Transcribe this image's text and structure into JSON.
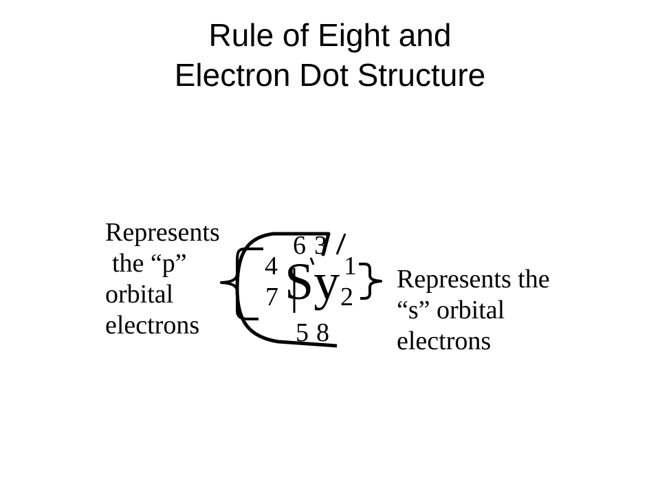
{
  "title": {
    "line1": "Rule of Eight and",
    "line2": "Electron Dot Structure"
  },
  "diagram": {
    "symbol": "Sy",
    "positions": {
      "n1": "1",
      "n2": "2",
      "n3": "3",
      "n4": "4",
      "n5": "5",
      "n6": "6",
      "n7": "7",
      "n8": "8"
    },
    "left_label": {
      "line1": "Represents",
      "line2": "the “p”",
      "line3": "orbital",
      "line4": "electrons"
    },
    "right_label": {
      "line1": "Represents the",
      "line2": "“s” orbital",
      "line3": "electrons"
    }
  }
}
